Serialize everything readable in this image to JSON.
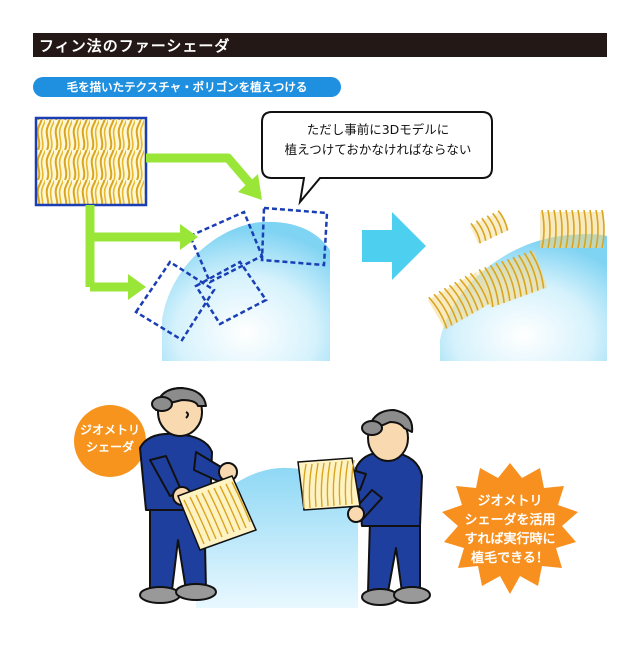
{
  "header": {
    "title": "フィン法のファーシェーダ"
  },
  "step": {
    "label": "毛を描いたテクスチャ・ポリゴンを植えつける"
  },
  "callout": {
    "line1": "ただし事前に3Dモデルに",
    "line2": "植えつけておかなければならない"
  },
  "geometry_badge": {
    "line1": "ジオメトリ",
    "line2": "シェーダ"
  },
  "starburst": {
    "line1": "ジオメトリ",
    "line2": "シェーダを活用",
    "line3": "すれば実行時に",
    "line4": "植毛できる！"
  },
  "colors": {
    "title_bg": "#231815",
    "pill_bg": "#1f8fe0",
    "arrow_green": "#99e639",
    "arrow_cyan": "#4dd0f0",
    "dashed_blue": "#1a3fb5",
    "fur_gold": "#d9a520",
    "badge_orange": "#f7941d",
    "burst_orange": "#f7901e",
    "worker_blue": "#1e3f9e",
    "helmet_gray": "#8c8c8c"
  }
}
